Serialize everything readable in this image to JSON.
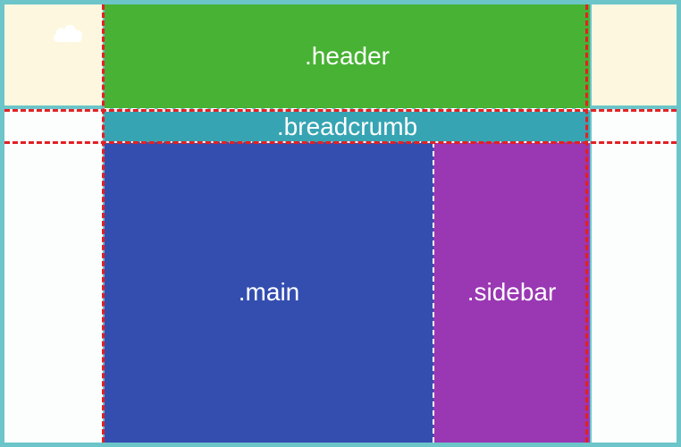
{
  "areas": {
    "header": ".header",
    "breadcrumb": ".breadcrumb",
    "main": ".main",
    "sidebar": ".sidebar"
  },
  "colors": {
    "header": "#47b233",
    "breadcrumb": "#37a4b3",
    "main": "#344eb0",
    "sidebar": "#9a37b3",
    "grid_line": "#e32024",
    "frame": "#6bc5c9",
    "side_fill": "#fdf7df"
  },
  "icons": [
    "cloud-icon"
  ]
}
